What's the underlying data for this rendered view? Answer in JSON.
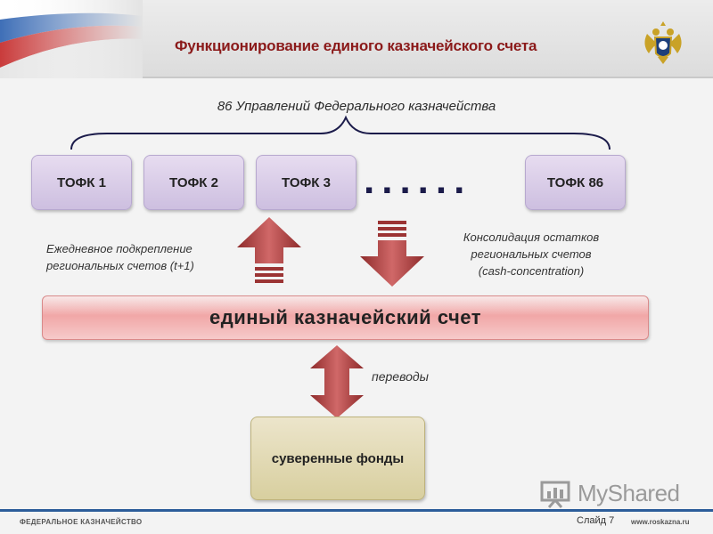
{
  "header": {
    "title": "Функционирование единого казначейского счета"
  },
  "management_label": "86 Управлений Федерального казначейства",
  "tofk_boxes": [
    {
      "label": "ТОФК 1"
    },
    {
      "label": "ТОФК 2"
    },
    {
      "label": "ТОФК 3"
    },
    {
      "label": "ТОФК 86"
    }
  ],
  "ellipsis": "......",
  "left_note": [
    "Ежедневное подкрепление",
    "региональных счетов (t+1)"
  ],
  "right_note": [
    "Консолидация остатков",
    "региональных счетов",
    "(cash-concentration)"
  ],
  "ets_label": "единый казначейский счет",
  "transfers_label": "переводы",
  "funds_label": "суверенные фонды",
  "watermark": "MyShared",
  "footer": {
    "org": "ФЕДЕРАЛЬНОЕ КАЗНАЧЕЙСТВО",
    "slide": "Слайд 7",
    "site": "www.roskazna.ru"
  },
  "colors": {
    "title": "#8b1a1a",
    "tofk_fill": "#d9cde6",
    "ets_fill": "#f1a7a7",
    "funds_fill": "#ddd4a6",
    "arrow": "#b44040"
  }
}
